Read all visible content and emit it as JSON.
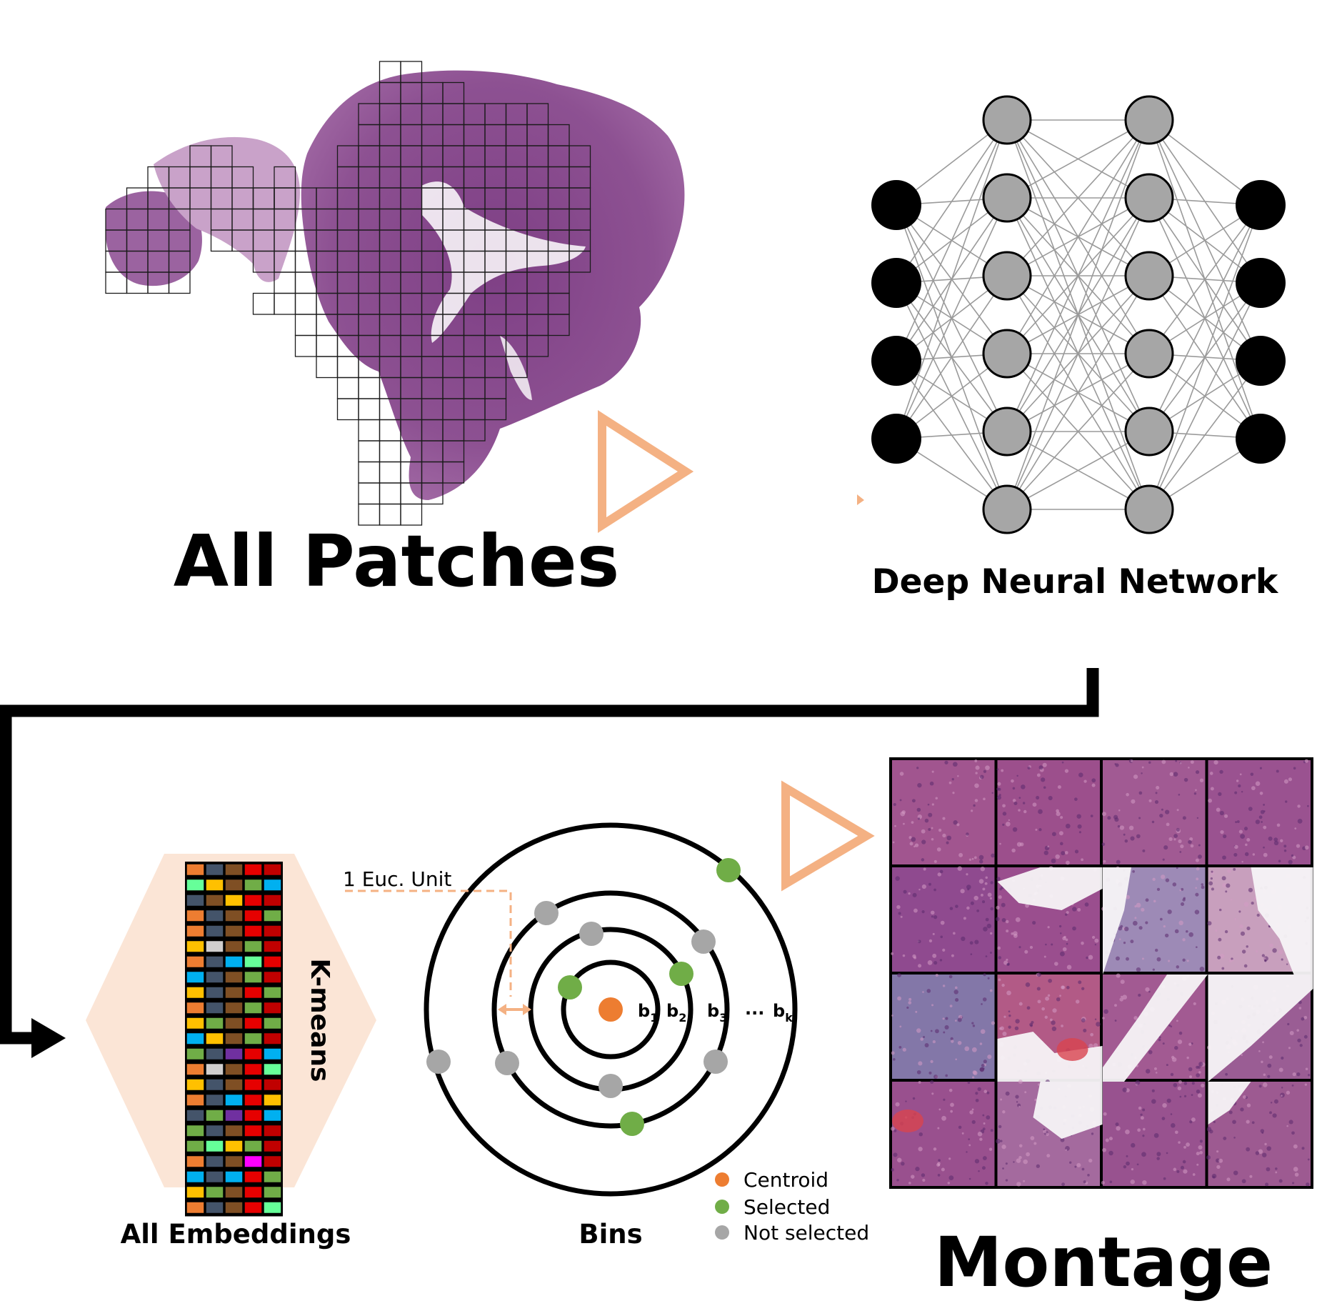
{
  "labels": {
    "all_patches": "All Patches",
    "dnn": "Deep Neural Network",
    "all_embeddings": "All Embeddings",
    "kmeans": "K-means",
    "bins": "Bins",
    "montage": "Montage",
    "euc_unit": "1 Euc. Unit",
    "dots": "..."
  },
  "bin_labels": [
    {
      "base": "b",
      "sub": "1"
    },
    {
      "base": "b",
      "sub": "2"
    },
    {
      "base": "b",
      "sub": "3"
    },
    {
      "base": "b",
      "sub": "k"
    }
  ],
  "legend": [
    {
      "label": "Centroid",
      "color": "#ed7d31"
    },
    {
      "label": "Selected",
      "color": "#70ad47"
    },
    {
      "label": "Not selected",
      "color": "#a6a6a6"
    }
  ],
  "network": {
    "layers": [
      4,
      6,
      6,
      4
    ],
    "io_color": "#000000",
    "hidden_color": "#a6a6a6"
  },
  "embedding_palette": {
    "o": "#ed7d31",
    "n": "#44546a",
    "b": "#7f4f24",
    "r": "#e60000",
    "d": "#c00000",
    "l": "#66ff99",
    "y": "#ffc000",
    "g": "#70ad47",
    "s": "#00b0f0",
    "w": "#d0cece",
    "p": "#7030a0",
    "m": "#ff00ff"
  },
  "embedding_rows": [
    "onbrd",
    "lybgs",
    "nbyrd",
    "onbrg",
    "onbrd",
    "ywbgd",
    "onslr",
    "snbgd",
    "ynbrg",
    "onbgd",
    "ygbrg",
    "sybgd",
    "gnprs",
    "owbrl",
    "ynbrd",
    "onsry",
    "ngprs",
    "gnbrd",
    "glygd",
    "onbmd",
    "snsrg",
    "ygbrg",
    "onbrl"
  ],
  "colors": {
    "accent_orange": "#f4b183",
    "hexagon_fill": "#fbe5d6",
    "tissue": "#8a4c90",
    "tissue_light": "#d8b8d8"
  }
}
